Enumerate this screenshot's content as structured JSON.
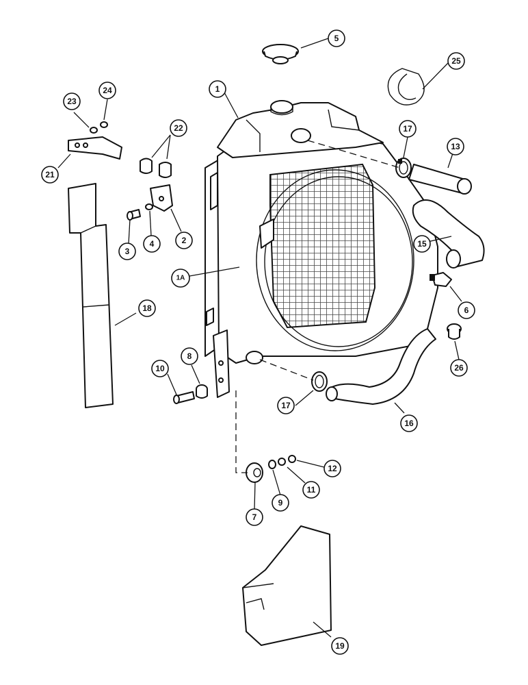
{
  "callouts": [
    {
      "id": "c1",
      "label": "1"
    },
    {
      "id": "c1a",
      "label": "1A"
    },
    {
      "id": "c2",
      "label": "2"
    },
    {
      "id": "c3",
      "label": "3"
    },
    {
      "id": "c4",
      "label": "4"
    },
    {
      "id": "c5",
      "label": "5"
    },
    {
      "id": "c6",
      "label": "6"
    },
    {
      "id": "c7",
      "label": "7"
    },
    {
      "id": "c8",
      "label": "8"
    },
    {
      "id": "c9",
      "label": "9"
    },
    {
      "id": "c10",
      "label": "10"
    },
    {
      "id": "c11",
      "label": "11"
    },
    {
      "id": "c12",
      "label": "12"
    },
    {
      "id": "c13",
      "label": "13"
    },
    {
      "id": "c15",
      "label": "15"
    },
    {
      "id": "c16",
      "label": "16"
    },
    {
      "id": "c17a",
      "label": "17"
    },
    {
      "id": "c17b",
      "label": "17"
    },
    {
      "id": "c18",
      "label": "18"
    },
    {
      "id": "c19",
      "label": "19"
    },
    {
      "id": "c21",
      "label": "21"
    },
    {
      "id": "c22",
      "label": "22"
    },
    {
      "id": "c23",
      "label": "23"
    },
    {
      "id": "c24",
      "label": "24"
    },
    {
      "id": "c25",
      "label": "25"
    },
    {
      "id": "c26",
      "label": "26"
    }
  ]
}
